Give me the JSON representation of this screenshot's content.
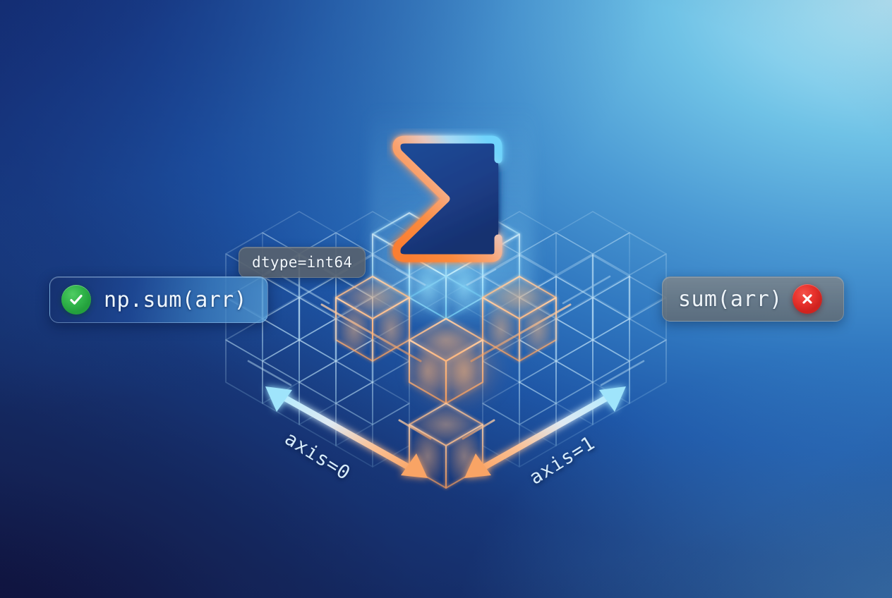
{
  "scene": {
    "title": "NumPy array summation axes diagram",
    "background": {
      "top_left_color": "#17397d",
      "top_right_color": "#9ddcf2",
      "bottom_left_color": "#121440",
      "bottom_right_color": "#4b9ad4"
    }
  },
  "symbol": {
    "name": "summation-sigma",
    "glyph": "Σ",
    "stroke_warm_color": "#f9833f",
    "stroke_cool_color": "#7fd8fb",
    "fill_color": "#1c3f86"
  },
  "badges": {
    "correct": {
      "label": "np.sum(arr)",
      "icon": "check-circle-icon",
      "icon_color": "#31b54a",
      "state": "valid"
    },
    "incorrect": {
      "label": "sum(arr)",
      "icon": "x-circle-icon",
      "icon_color": "#e8322c",
      "state": "invalid"
    }
  },
  "tooltip": {
    "label": "dtype=int64"
  },
  "axes": [
    {
      "label": "axis=0",
      "direction": "down-left-to-down-right",
      "arrow_cool_color": "#9fe4fb",
      "arrow_warm_color": "#f9a465"
    },
    {
      "label": "axis=1",
      "direction": "down-right-to-down-left",
      "arrow_cool_color": "#9fe4fb",
      "arrow_warm_color": "#f9a465"
    }
  ],
  "lattice": {
    "description": "isometric wireframe cube grid",
    "highlight_color": "#f9a465",
    "base_color": "#bfe2f7",
    "glow_color": "#7fd8fb"
  }
}
